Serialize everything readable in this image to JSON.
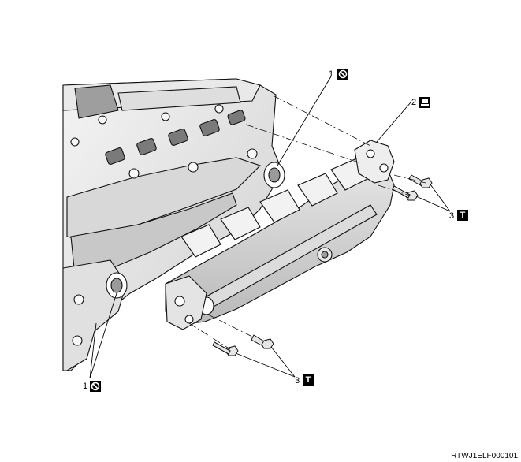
{
  "figure_code": "RTWJ1ELF000101",
  "callouts": [
    {
      "number": "1",
      "symbol": "do-not-reuse-icon"
    },
    {
      "number": "2",
      "symbol": "liquid-gasket-icon"
    },
    {
      "number": "3",
      "symbol": "torque-icon",
      "symbol_text": "T"
    },
    {
      "number": "3",
      "symbol": "torque-icon",
      "symbol_text": "T"
    },
    {
      "number": "1",
      "symbol": "do-not-reuse-icon"
    }
  ]
}
